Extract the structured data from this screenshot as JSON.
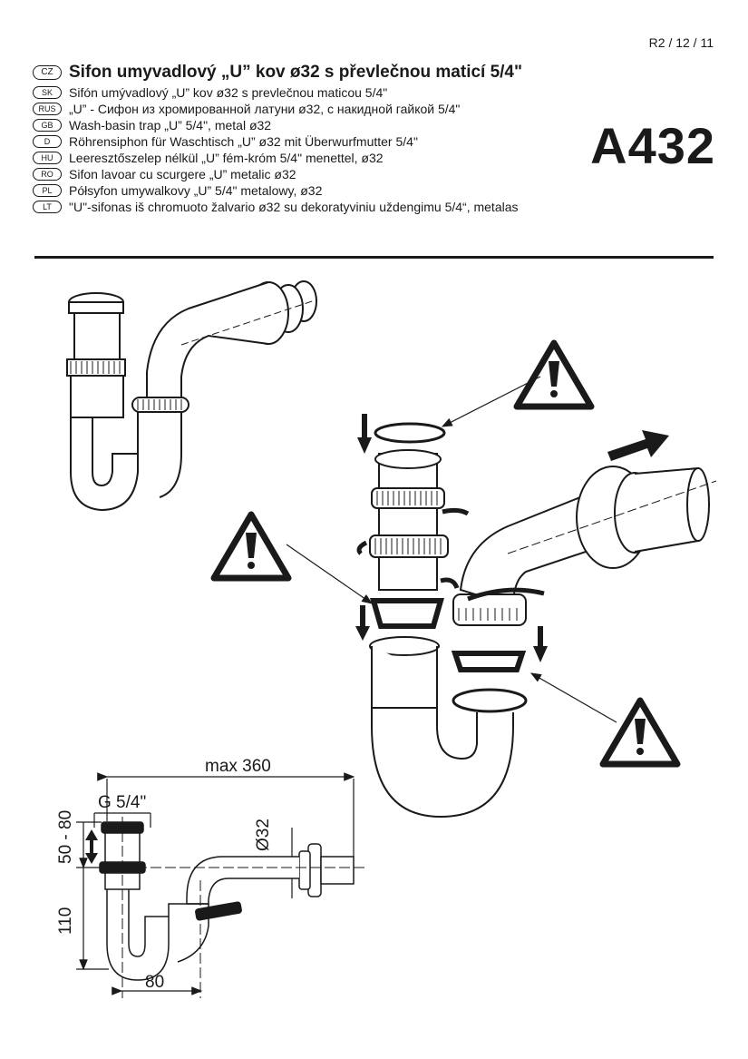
{
  "header": {
    "revision": "R2 / 12 / 11",
    "product_code": "A432"
  },
  "languages": [
    {
      "code": "CZ",
      "text": "Sifon umyvadlový „U”  kov ø32 s převlečnou maticí 5/4\""
    },
    {
      "code": "SK",
      "text": "Sifón umývadlový „U” kov ø32 s prevlečnou maticou 5/4\""
    },
    {
      "code": "RUS",
      "text": "„U” - Сифон из хромированной латуни ø32, с накидной гайкой 5/4\""
    },
    {
      "code": "GB",
      "text": "Wash-basin trap „U” 5/4\", metal ø32"
    },
    {
      "code": "D",
      "text": "Röhrensiphon für Waschtisch „U” ø32 mit Überwurfmutter 5/4\""
    },
    {
      "code": "HU",
      "text": "Leeresztőszelep nélkül „U” fém-króm 5/4\" menettel, ø32"
    },
    {
      "code": "RO",
      "text": "Sifon lavoar cu scurgere „U” metalic ø32"
    },
    {
      "code": "PL",
      "text": "Półsyfon umywalkovy „U” 5/4\" metalowy, ø32"
    },
    {
      "code": "LT",
      "text": "\"U\"-sifonas iš chromuoto žalvario ø32 su dekoratyviniu uždengimu 5/4“, metalas"
    }
  ],
  "dimensions": {
    "overall_length": "max 360",
    "thread": "G 5/4\"",
    "height_adjust": "50 - 80",
    "pipe_diameter": "Ø32",
    "trap_height": "110",
    "trap_width": "80"
  },
  "icons": [
    "warning-triangle-icon",
    "arrow-down-icon",
    "arrow-right-icon",
    "rotate-arrow-icon"
  ]
}
